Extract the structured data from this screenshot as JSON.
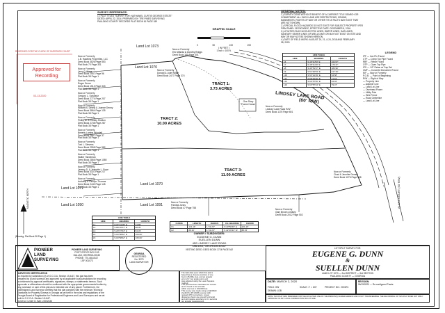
{
  "survey_reference": {
    "heading": "SURVEY REFERENCE:",
    "lines": [
      "1.) PLAT TITLED \"SURVEY FOR: NATHANIEL CURTIS GEORGE ESTATE\"",
      "DATED: APRIL 22, 2014. PREPARED BY: TRE PINES SURVEYING",
      "PAULDING COUNTY RECORDS PLAT BOOK 61 PAGE 189"
    ]
  },
  "general_notes": {
    "heading": "GENERAL NOTES:",
    "lines": [
      "1.) SURVEY DONE WITHOUT BENEFIT OF A CURRENT TITLE SEARCH OR",
      "COMMITMENT. ALL SUCH LAND USE RESTRICTIONS, ZONING,",
      "EASEMENTS, RIGHTS OF WAY OR OTHER TITLE FACTS MAY EXIST THAT",
      "ARE NOT SHOWN.",
      "2.) SPECIAL FLOOD HAZARDS DO NOT EXIST FOR SUBJECT PROPERTY PER",
      "FIRM PANEL 13223C0052C, EFFECTIVE DATE: DECEMBER 8, 2016.",
      "3.) UTILITIES SUCH AS ELECTRIC LINES, WATER LINES, GAS LINES,",
      "SANITARY SEWER LINES OR WELLS MAY OR MAY NOT EXIST ON SITE AND",
      "MAY OR MAY NOT BE SHOWN HEREON.",
      "4.) DATE OF FIELD WORK: AUGUST 20, 21, & 24, 2018 AND FEBRUARY",
      "28, 2020."
    ]
  },
  "scale": {
    "title": "GRAPHIC SCALE",
    "ticks": [
      "0",
      "50",
      "100",
      "200"
    ],
    "note": "( IN FEET )",
    "inch": "1 inch = 100 ft."
  },
  "stamp": {
    "reserved": "RESERVED FOR THE CLERK OF SUPERIOR COURT",
    "text": "Approved for Recording",
    "date": "03-13-2020"
  },
  "north_arrow": {
    "label": "MAGNETIC NORTH",
    "basis": "(Bearing: Plat Book 38 Page 1)"
  },
  "lots": {
    "lot_1073": "Land Lot 1073",
    "lot_1070": "Land Lot 1070",
    "lot_1071": "Land Lot 1071",
    "lot_1090": "Land Lot 1090",
    "lot_1091": "Land Lot 1091"
  },
  "road": {
    "name": "LINDSEY LAKE ROAD",
    "width": "(60' R/W)",
    "alana": "ALANA COURT (50' R/W)"
  },
  "tracts": {
    "t1_name": "TRACT 1:",
    "t1_area": "3.73 ACRES",
    "t2_name": "TRACT 2:",
    "t2_area": "10.00 ACRES",
    "t3_name": "TRACT 3:",
    "t3_area": "11.00 ACRES"
  },
  "adjacent_owners": {
    "top_right": [
      "Now or Formerly",
      "Eric Wanda & Dorothy Briggs",
      "Deed Book 150 Page 301"
    ],
    "top_mid": [
      "Now or Formerly",
      "Donald & Julie Wilkie",
      "Deed Book 2477 Page 374"
    ],
    "house": [
      "One Story",
      "Frame House"
    ],
    "left_list": [
      [
        "Now or Formerly",
        "L.B. Hawkins Properties, LLC",
        "Deed Book 3826 Page 553",
        "Plat Book 70 Page 331"
      ],
      [
        "Now or Formerly",
        "Jerry C. Moss",
        "Deed Book 2557 Page 96",
        "Plat Book 38 Page 1"
      ],
      [
        "Now or Formerly",
        "Roger Grove",
        "Deed Book 1513 Page 315",
        "Plat Book 38 Page 1"
      ],
      [
        "Now or Formerly",
        "Gregory L. Schwartz",
        "Deed Book 2774 Page 207",
        "Plat Book 38 Page 1"
      ],
      [
        "Now or Formerly",
        "William B. Denny & Joanne Denny",
        "Deed Book 3864 Page 135",
        "Plat Book 38 Page 1"
      ],
      [
        "Now or Formerly",
        "Phillip W. & Christy Shelton",
        "Deed Book 2738 Page 287",
        "Plat Book 38 Page 1"
      ],
      [
        "Now or Formerly",
        "Beverly Lorrine Woodall",
        "Deed Book 2887 Page 37",
        "Plat Book 38 Page 1"
      ],
      [
        "Now or Formerly",
        "Toni L. Stevens",
        "Deed Book 2558 Page 582",
        "Plat Book 38 Page 1"
      ],
      [
        "Now or Formerly",
        "Walter Hardeman",
        "Deed Book 2866 Page 1080",
        "Plat Book 38 Page 1"
      ],
      [
        "Now or Formerly",
        "Jeremy D. & Jeanette L. Pope",
        "Deed Book 3110 Page 217",
        "Plat Book 38 Page 1"
      ],
      [
        "Now or Formerly",
        "Anthony & Carolyn Thomas",
        "Deed Book 2440 Page 145",
        "Plat Book 38 Page 1"
      ]
    ],
    "bottom_mid": [
      "Now or Formerly",
      "Pamela Jones",
      "Deed Book 47 Page 758"
    ],
    "bottom_right1": [
      "Now or Formerly",
      "Chad & Jennifer Densel",
      "Deed Book 1276 Page 408"
    ],
    "bottom_right2": [
      "Now or Formerly",
      "Gary Brown Lindsey",
      "Deed Book 2012 Page 502"
    ],
    "rw_note": [
      "Now or Formerly",
      "Lindsey Lake Road R/W",
      "Deed Book 1176 Page 601"
    ]
  },
  "line_table_right": {
    "title": "LINE TABLE",
    "headers": [
      "LINE",
      "BEARING",
      "LENGTH"
    ],
    "rows": [
      [
        "L6",
        "S 46°11'53\" E",
        "162.57'"
      ],
      [
        "L7",
        "S 48°11'20\" E",
        "170.37'"
      ],
      [
        "L8",
        "S 49°51'37\" E",
        "183.90'"
      ],
      [
        "L9",
        "S 51°40'53\" E",
        "217.33'"
      ],
      [
        "L10",
        "S 53°21'29\" E",
        "94.58'"
      ],
      [
        "L11",
        "S 58°15'30\" E",
        "71.64'"
      ],
      [
        "L12",
        "S 60°57'56\" E",
        "94.04'"
      ],
      [
        "L13",
        "S 63°57'44\" E",
        "79.47'"
      ]
    ]
  },
  "legend": {
    "title": "LEGEND",
    "items": [
      "IPF — Iron Pin Found",
      "CTP — Crimp Top Pipe Found",
      "RBF — Rebar Found",
      "OTP — Open Top Pipe",
      "IPS — 1/2\" Rebar w/ Cap Set",
      "CMF — Concrete Monument Found",
      "N/F — Now or Formerly",
      "P.O.B. — Point of Beginning",
      "R/W — Right of Way",
      "— Property Line",
      "— Adjoiner Line",
      "— Land Lot Line",
      "— Overhead Power",
      "— Utility Pole",
      "— Wire Fence",
      "— Road Centerline",
      "— Land Lot Line"
    ]
  },
  "line_table_left": {
    "title": "LINE TABLE",
    "headers": [
      "LINE",
      "BEARING",
      "LENGTH"
    ],
    "rows": [
      [
        "L1",
        "N 87°41'05\" E",
        "44.80'"
      ],
      [
        "L2",
        "S 88°32'17\" E",
        "88.35'"
      ],
      [
        "L3",
        "S 29°27'44\" E",
        "84.33'"
      ],
      [
        "L4",
        "S 04°58'42\" E",
        "104.00'"
      ],
      [
        "L5",
        "S 04°58'42\" E",
        "105.00'"
      ]
    ]
  },
  "curve_table": {
    "headers": [
      "CURVE",
      "LENGTH",
      "RADIUS",
      "CH. BEARING",
      "CHORD"
    ],
    "rows": [
      [
        "C1",
        "121.19'",
        "1,741.67'",
        "N 43°56'49\" E",
        "121.16'"
      ],
      [
        "C2",
        "88.16'",
        "1,741.67'",
        "S 42°26'33\" W",
        "88.15'"
      ]
    ]
  },
  "owner": {
    "heading": "OWNER / SUBDIVIDER:",
    "name1": "EUGENE G. DUNN",
    "name2": "SUELLEN DUNN",
    "addr1": "452 LINDSEY LAKE ROAD",
    "addr2": "DALLAS, GEORGIA 30157",
    "deed": "VESTING DEED: DEED BOOK 3724 PAGE 542"
  },
  "firm": {
    "name1": "PIONEER",
    "name2": "LAND",
    "name3": "SURVEYING",
    "full": "PIONEER LAND SURVEYING",
    "addr": [
      "POST OFFICE BOX 193",
      "DALLAS, GEORGIA 30132",
      "PHONE: 770-445-8117",
      "LSF 001073"
    ],
    "seal": [
      "GEORGIA",
      "REGISTERED",
      "No. 3275",
      "LAND SURVEYOR"
    ]
  },
  "certificate": {
    "heading": "SURVEYOR CERTIFICATION",
    "text": [
      "As required by subsection (d) of O.C.G.A. Section 15-6-67, this plat has been",
      "prepared by a land surveyor and approved by all applicable local jurisdictions for recording",
      "as evidenced by approval certificates, signatures, stamps, or statements hereon. Such",
      "approvals or affirmations should be confirmed with the appropriate governmental bodies by",
      "any purchaser or user of this plat as to intended use of any parcel. Furthermore, the",
      "undersigned Land Surveyor certifies that this plat complies with the minimum Technical",
      "Standards for Property Surveys in Georgia as set forth in the rules and regulations of the",
      "Georgia Board of Registration for Professional Engineers and Land Surveyors and as set",
      "forth in O.C.G.A. Section 15-6-67."
    ],
    "surveyor": "Surveyor: Lester D. Ball, LS002436"
  },
  "field_note": {
    "text": [
      "The field data upon which this plat is",
      "based has a closure precision of one",
      "foot in 25,000+ feet, and an angular",
      "error of 1\" per angle point, and",
      "was adjusted using the Least Squares",
      "method.",
      "This plat has been calculated for closure",
      "and is found to be accurate",
      "within one foot in 100,000 feet.",
      "This survey was made using a GEOMAX",
      "Zenith Pro 35 GNSS receiver with",
      "network RTK corrections. Linear",
      "distances shown are ground horizontal",
      "and with relative accuracy to 0.1 seconds",
      "per angular measurement."
    ]
  },
  "title": {
    "lot_split": "LOT SPLIT SURVEY FOR:",
    "name1": "EUGENE G. DUNN",
    "amp": "&",
    "name2": "SUELLEN DUNN",
    "location": "LAND LOT 1070 — 2nd DISTRICT — 3rd SECTION",
    "county": "PAULDING COUNTY — GEORGIA",
    "date_label": "DATE:",
    "date": "MARCH 2, 2020",
    "field_label": "FIELD:",
    "field": "GW",
    "drawn_label": "DRAWN:",
    "drawn": "LDB",
    "scale_label": "SCALE:",
    "scale": "1\" = 100'",
    "project_label": "PROJECT NO.:",
    "project": "2001R1",
    "revision_label": "REVISION:",
    "revision": "06/15/2020 — Re-configured Tracts",
    "disclaimer": "NOTE: THIS PLAT WAS PREPARED FOR THE EXCLUSIVE USE OF THE PERSON(S) NAMED HEREON AND IS NOT TRANSFERABLE. THE RECORDING OF THIS PLAT DOES NOT IMPLY APPROVAL OF ANY LOCAL JURISDICTION OR LOT SIZE."
  },
  "colors": {
    "stamp": "#c23a3a",
    "ink": "#111111"
  }
}
